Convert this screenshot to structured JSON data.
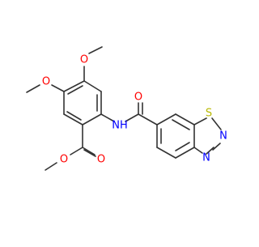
{
  "molecule": {
    "atom_labels": {
      "o_methoxy_top": "O",
      "o_methoxy_left": "O",
      "o_ester_carbonyl": "O",
      "o_ester_single": "O",
      "nh_amide": "NH",
      "o_amide": "O",
      "s_thiadiazole": "S",
      "n_thiadiazole_1": "N",
      "n_thiadiazole_2": "N"
    },
    "colors": {
      "bond": "#333333",
      "oxygen": "#ff0000",
      "nitrogen": "#0000ff",
      "sulfur": "#b8b800"
    }
  }
}
